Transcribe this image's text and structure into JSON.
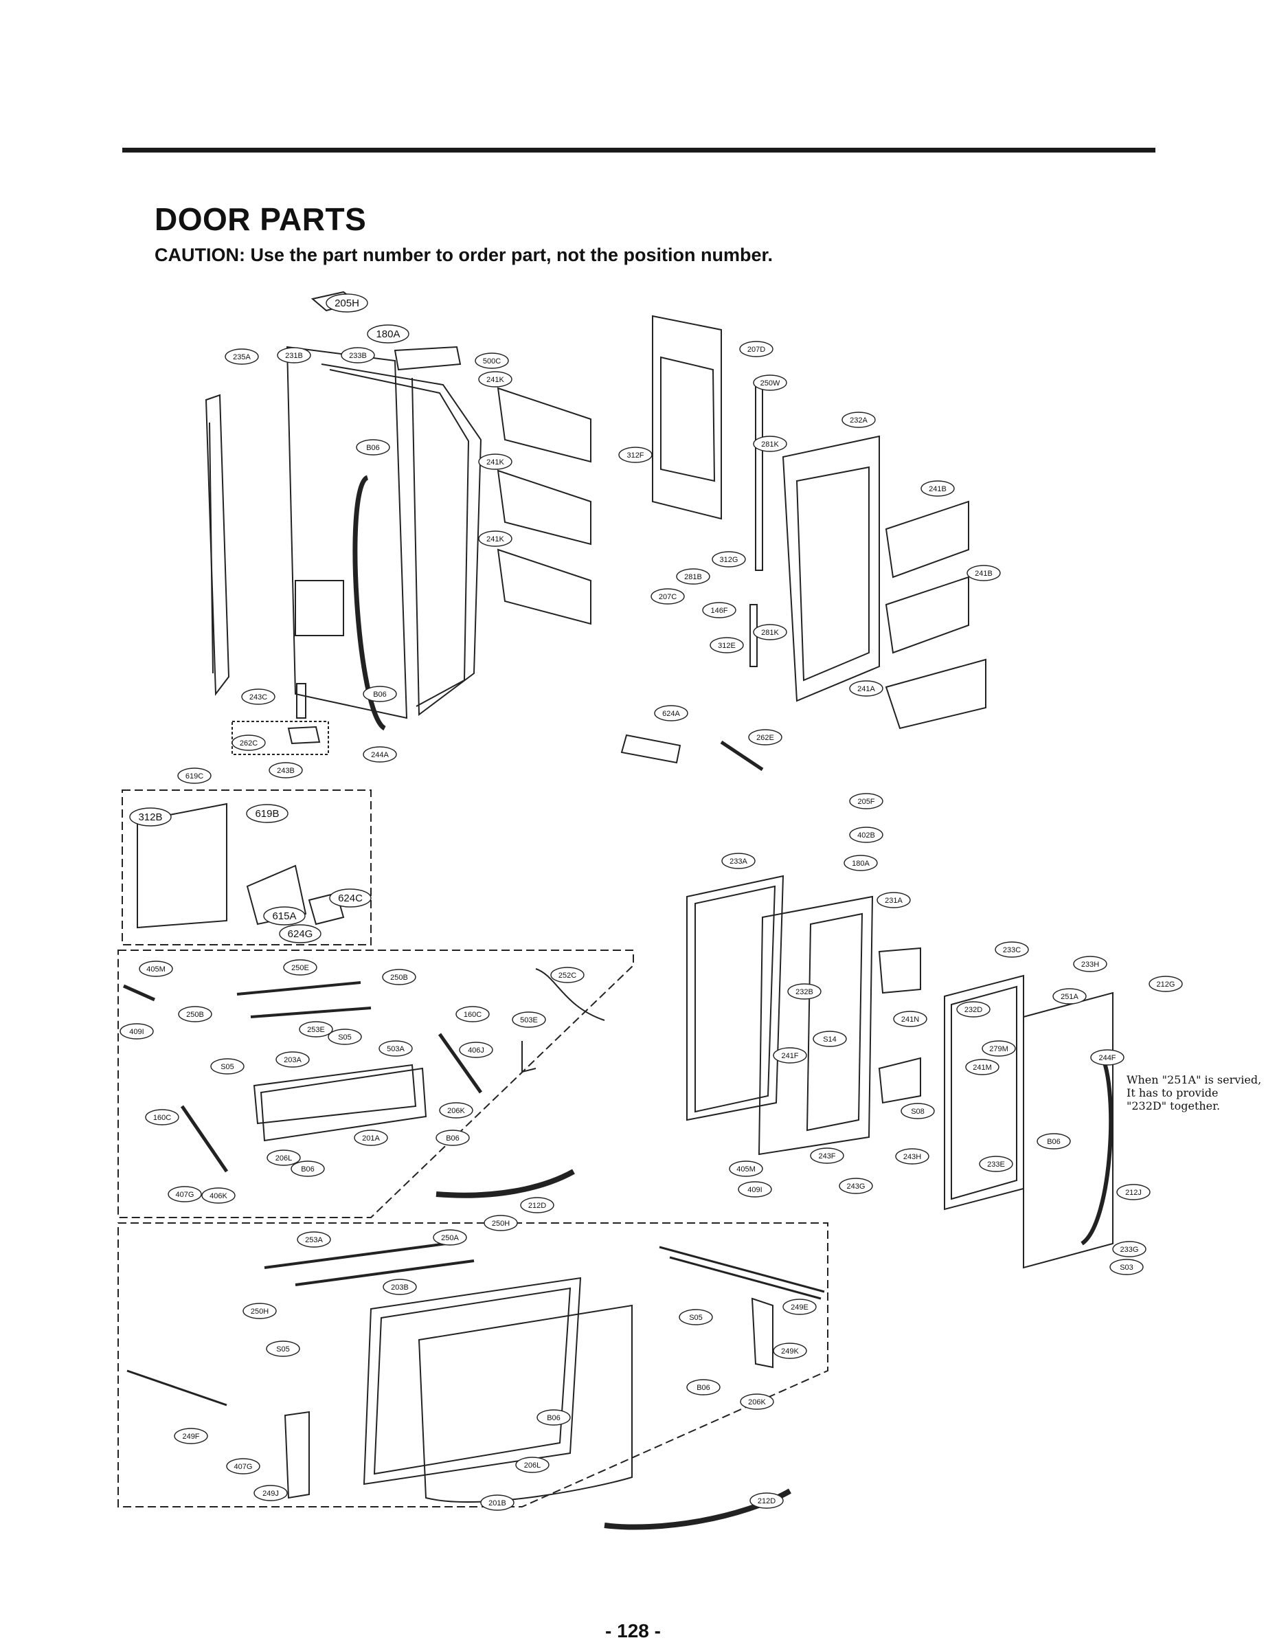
{
  "page": {
    "title": "DOOR PARTS",
    "caution": "CAUTION: Use the part number to order part, not the position number.",
    "page_number": "- 128 -"
  },
  "note": {
    "lines": [
      "When \"251A\" is servied,",
      "It has to provide",
      "\"232D\" together."
    ]
  },
  "callouts": [
    "205H",
    "180A",
    "235A",
    "231B",
    "233B",
    "500C",
    "241K",
    "241K",
    "241K",
    "B06",
    "B06",
    "243C",
    "262C",
    "243B",
    "244A",
    "619C",
    "312F",
    "207D",
    "250W",
    "232A",
    "281K",
    "241B",
    "241B",
    "312G",
    "281B",
    "207C",
    "146F",
    "281K",
    "312E",
    "241A",
    "624A",
    "262E",
    "312B",
    "619B",
    "624C",
    "615A",
    "624G",
    "205F",
    "402B",
    "233A",
    "180A",
    "231A",
    "233C",
    "233H",
    "212G",
    "251A",
    "232B",
    "241N",
    "232D",
    "279M",
    "S14",
    "241F",
    "241M",
    "244F",
    "S08",
    "B06",
    "243F",
    "243H",
    "233E",
    "405M",
    "409I",
    "243G",
    "212J",
    "233G",
    "S03",
    "405M",
    "250E",
    "250B",
    "252C",
    "409I",
    "250B",
    "160C",
    "503E",
    "253E",
    "S05",
    "503A",
    "406J",
    "S05",
    "203A",
    "160C",
    "206K",
    "201A",
    "B06",
    "206L",
    "B06",
    "407G",
    "406K",
    "212D",
    "250H",
    "253A",
    "250A",
    "203B",
    "250H",
    "S05",
    "S05",
    "249E",
    "249K",
    "B06",
    "206K",
    "B06",
    "249F",
    "206L",
    "407G",
    "249J",
    "201B",
    "212D"
  ]
}
